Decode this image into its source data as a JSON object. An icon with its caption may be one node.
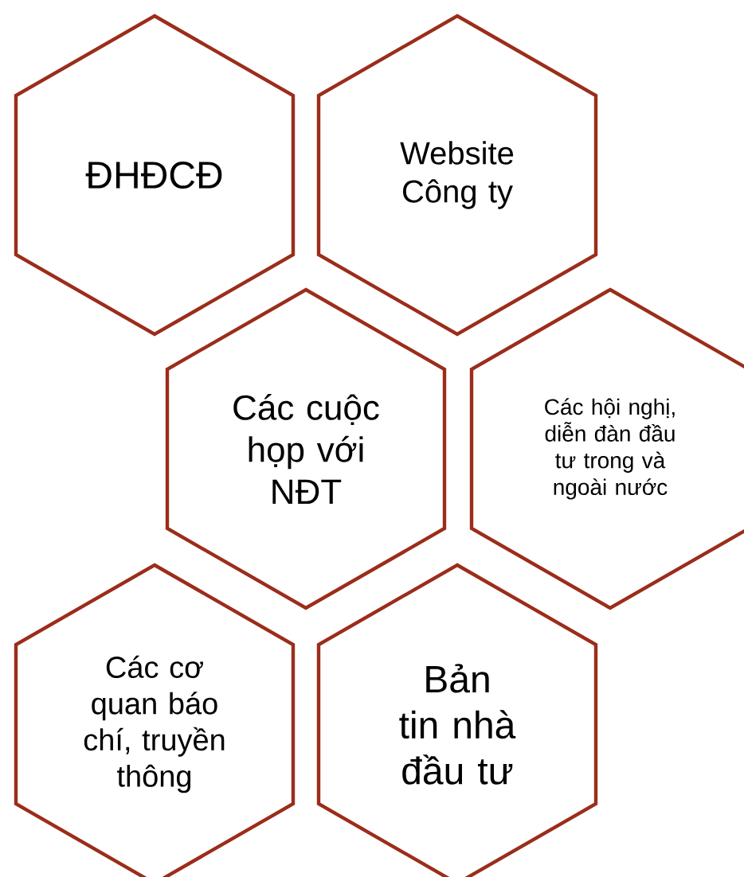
{
  "diagram": {
    "nodes": [
      {
        "text": [
          "ĐHĐCĐ"
        ]
      },
      {
        "text": [
          "Website Công ty"
        ]
      },
      {
        "text": [
          "Các cuộc họp với NĐT"
        ]
      },
      {
        "text": [
          "Các hội nghị, diễn đàn đầu tư trong và ngoài nước"
        ]
      },
      {
        "text": [
          "Các cơ quan báo chí, truyền thông"
        ]
      },
      {
        "text": [
          "Bản tin nhà đầu tư"
        ]
      }
    ]
  }
}
